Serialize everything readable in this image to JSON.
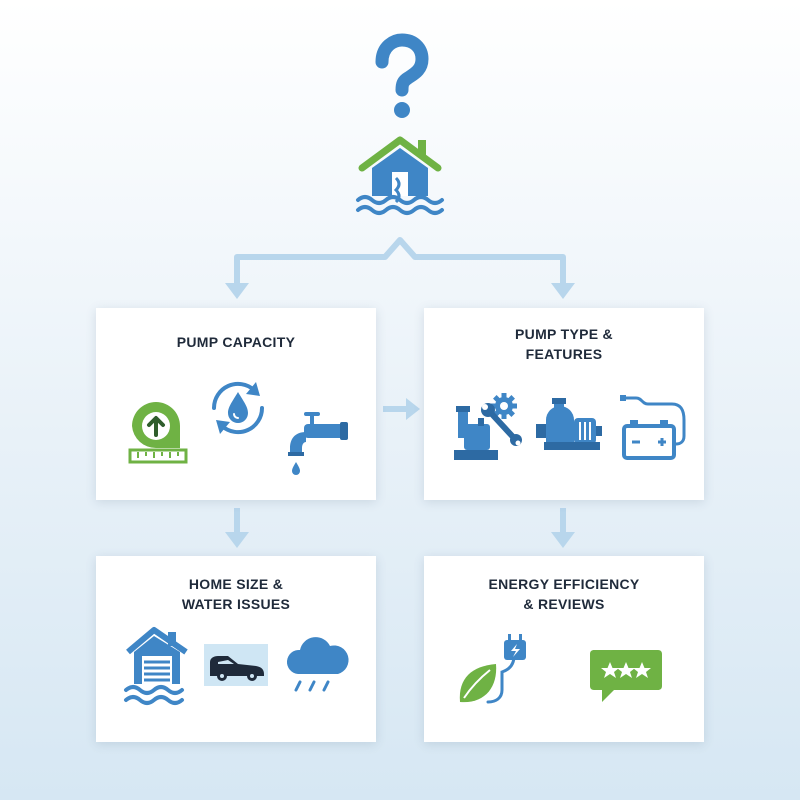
{
  "colors": {
    "primary_blue": "#3f86c6",
    "dark_blue": "#2d6aa3",
    "accent_green": "#6fb244",
    "connector_blue": "#b8d6ec",
    "title_text": "#1f2a3a"
  },
  "header": {
    "icons": [
      "question-mark-icon",
      "flooded-house-icon"
    ]
  },
  "cards": {
    "pump_capacity": {
      "title": "PUMP CAPACITY",
      "icons": [
        "measuring-tape-up-arrow-icon",
        "water-drop-cycle-icon",
        "water-faucet-icon"
      ]
    },
    "pump_type": {
      "title": "PUMP TYPE &\nFEATURES",
      "icons": [
        "pump-with-gears-icon",
        "pump-motor-icon",
        "battery-backup-icon"
      ]
    },
    "home_size": {
      "title": "HOME SIZE &\nWATER ISSUES",
      "icons": [
        "flooded-garage-icon",
        "car-in-flood-icon",
        "rain-cloud-icon"
      ]
    },
    "energy": {
      "title": "ENERGY EFFICIENCY\n& REVIEWS",
      "icons": [
        "leaf-power-plug-icon",
        "star-review-bubble-icon"
      ]
    }
  }
}
